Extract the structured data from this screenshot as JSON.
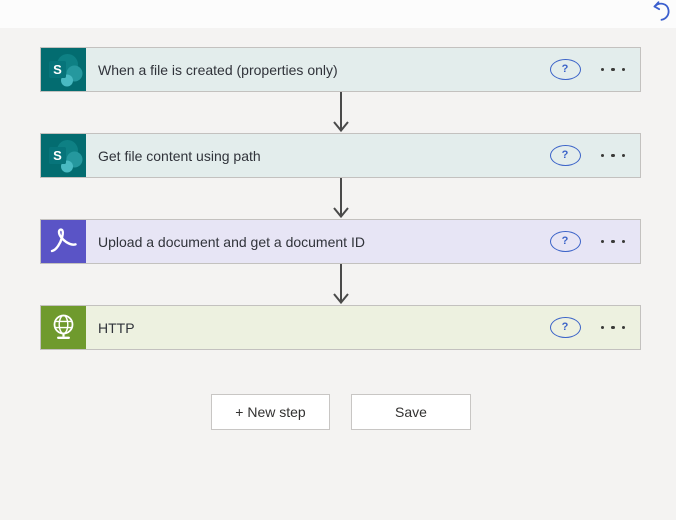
{
  "flow": {
    "steps": [
      {
        "title": "When a file is created (properties only)",
        "connector": "sharepoint",
        "icon_bg": "#036c70",
        "card_bg": "#e3edec"
      },
      {
        "title": "Get file content using path",
        "connector": "sharepoint",
        "icon_bg": "#036c70",
        "card_bg": "#e3edec"
      },
      {
        "title": "Upload a document and get a document ID",
        "connector": "adobe-acrobat",
        "icon_bg": "#5a54c6",
        "card_bg": "#e7e5f5"
      },
      {
        "title": "HTTP",
        "connector": "http",
        "icon_bg": "#6f9a2d",
        "card_bg": "#edf1e0"
      }
    ]
  },
  "icons": {
    "help": "?",
    "sharepoint_letter": "S"
  },
  "actions": {
    "new_step_label": "+ New step",
    "save_label": "Save"
  },
  "colors": {
    "background": "#f4f3f2",
    "top_band": "#fcfcfc",
    "card_border": "#c3c1bf",
    "arrow": "#4a4a4a",
    "help_icon_blue": "#3b63c8",
    "undo_icon_blue": "#3b5fce"
  }
}
